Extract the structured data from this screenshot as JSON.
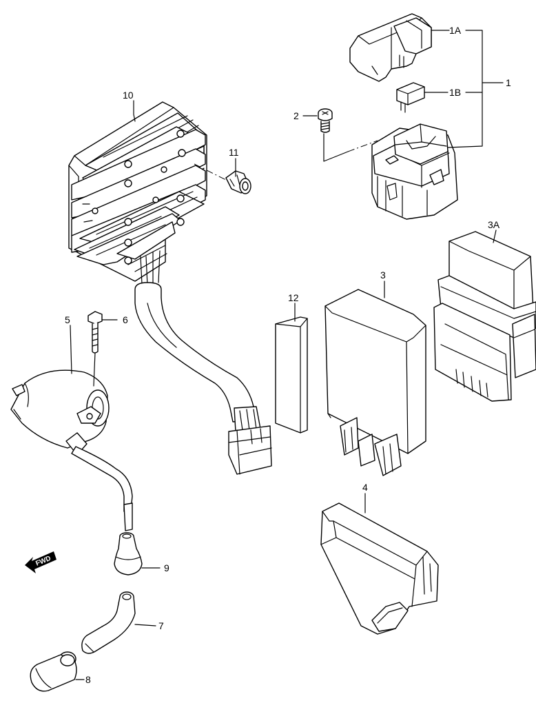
{
  "callouts": {
    "p1": "1",
    "p1a": "1A",
    "p1b": "1B",
    "p2": "2",
    "p3": "3",
    "p3a": "3A",
    "p4": "4",
    "p5": "5",
    "p6": "6",
    "p7": "7",
    "p8": "8",
    "p9": "9",
    "p10": "10",
    "p11": "11",
    "p12": "12"
  },
  "fwd_arrow": "FWD"
}
